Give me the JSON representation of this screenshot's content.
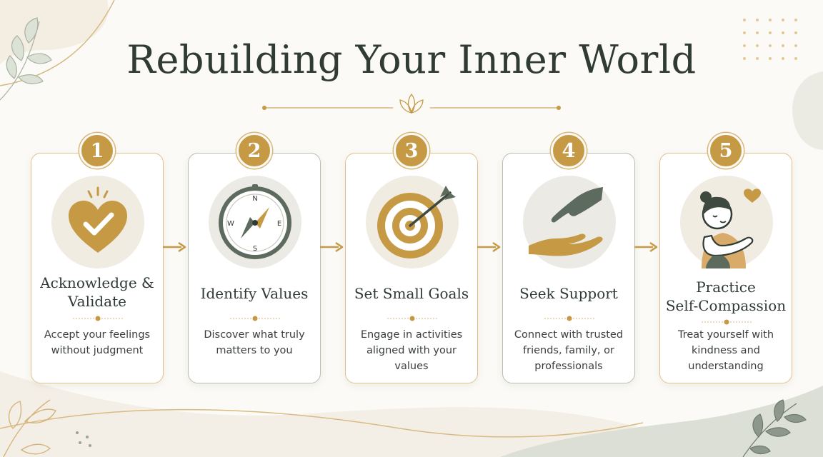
{
  "title": "Rebuilding Your Inner World",
  "steps": [
    {
      "number": "1",
      "title_line1": "Acknowledge &",
      "title_line2": "Validate",
      "desc_line1": "Accept your feelings",
      "desc_line2": "without judgment",
      "desc_line3": "",
      "icon": "heart-check-icon"
    },
    {
      "number": "2",
      "title_line1": "Identify Values",
      "title_line2": "",
      "desc_line1": "Discover what truly",
      "desc_line2": "matters to you",
      "desc_line3": "",
      "icon": "compass-icon"
    },
    {
      "number": "3",
      "title_line1": "Set Small Goals",
      "title_line2": "",
      "desc_line1": "Engage in activities",
      "desc_line2": "aligned with your",
      "desc_line3": "values",
      "icon": "target-icon"
    },
    {
      "number": "4",
      "title_line1": "Seek Support",
      "title_line2": "",
      "desc_line1": "Connect with trusted",
      "desc_line2": "friends, family, or",
      "desc_line3": "professionals",
      "icon": "helping-hands-icon"
    },
    {
      "number": "5",
      "title_line1": "Practice",
      "title_line2": "Self-Compassion",
      "desc_line1": "Treat yourself with",
      "desc_line2": "kindness and",
      "desc_line3": "understanding",
      "icon": "self-hug-icon"
    }
  ],
  "compass": {
    "n": "N",
    "e": "E",
    "s": "S",
    "w": "W"
  },
  "colors": {
    "gold": "#c69a45",
    "sage": "#5d6a5e",
    "dark_green": "#2f3b33",
    "cream": "#f1ece1"
  }
}
